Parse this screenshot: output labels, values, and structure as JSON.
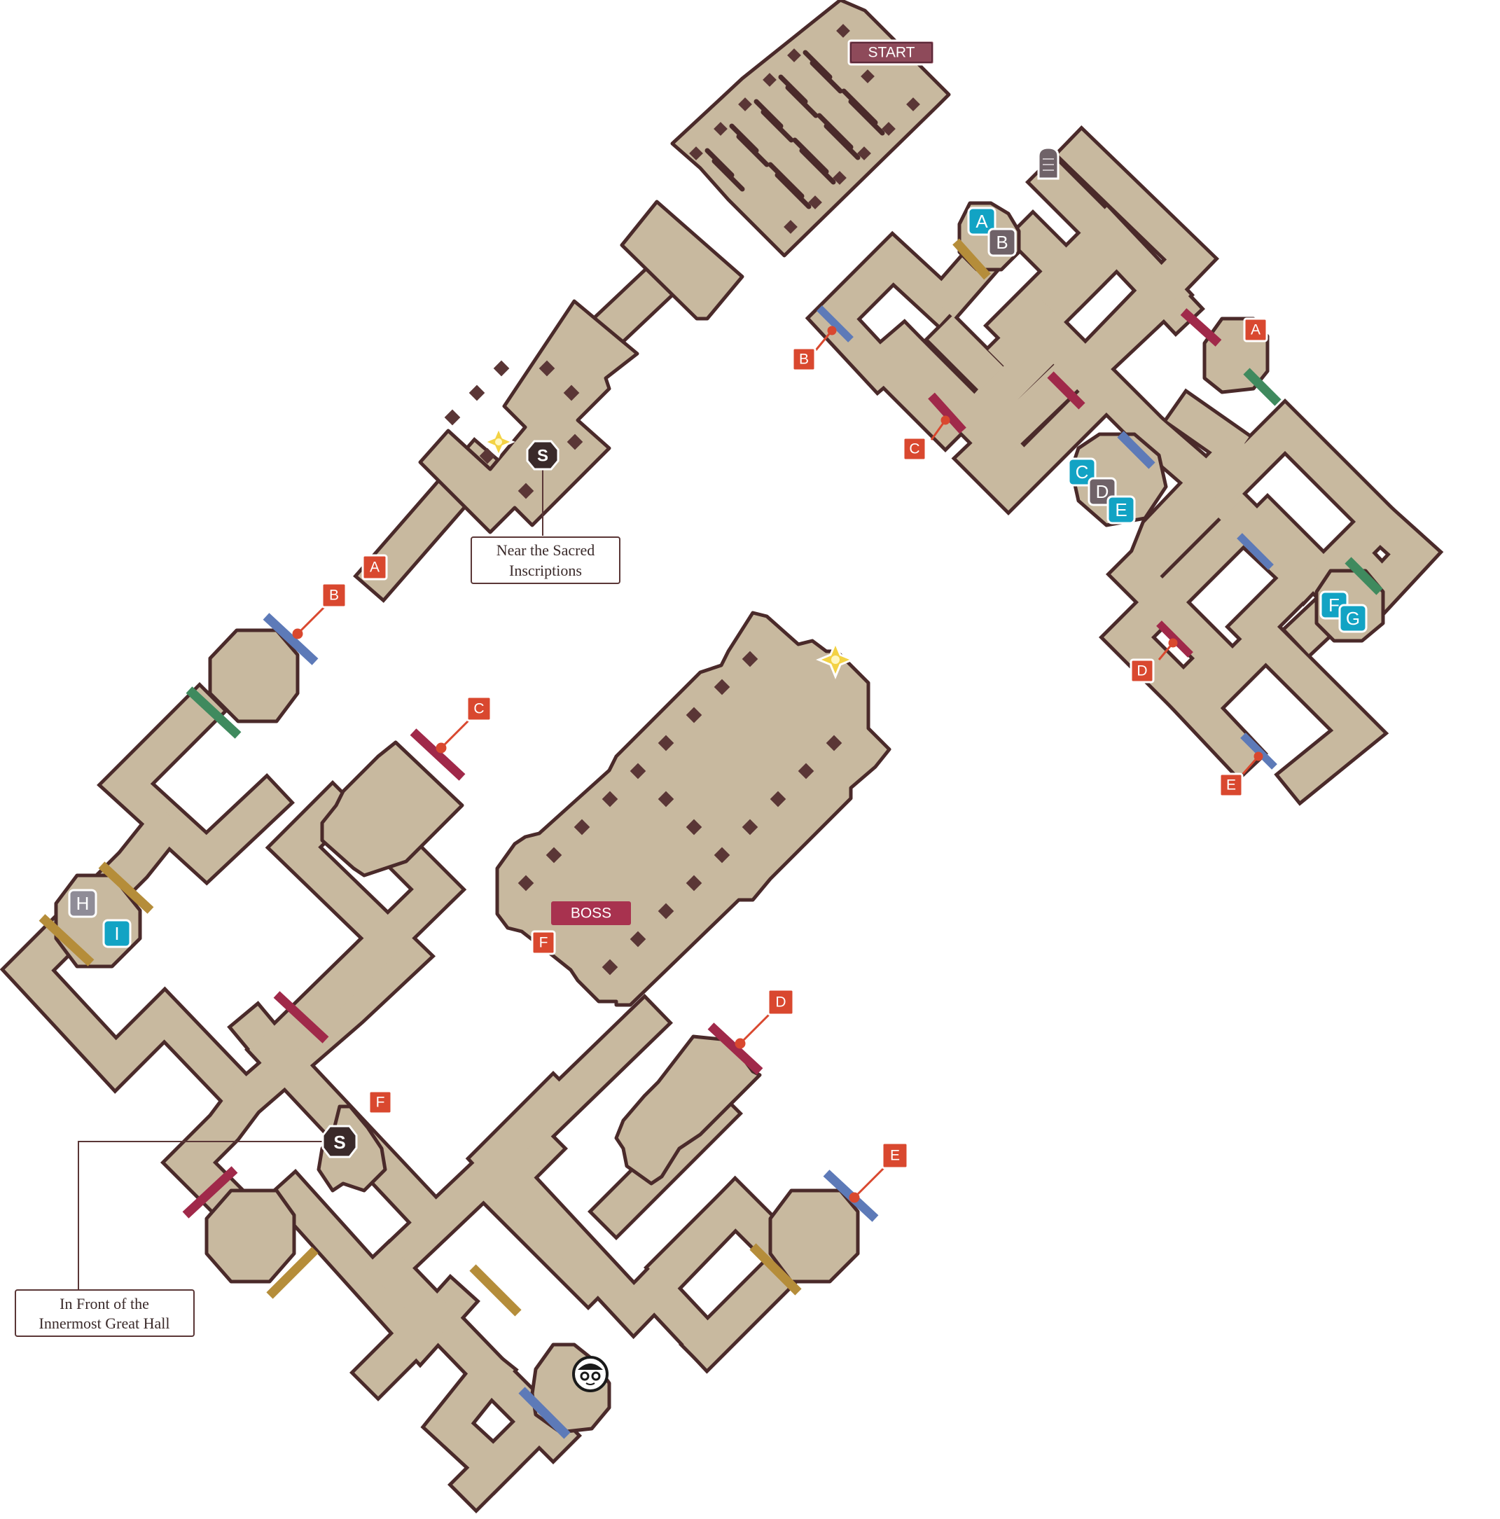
{
  "labels": {
    "start": "START",
    "boss": "BOSS",
    "save_point_1": "Near the Sacred Inscriptions",
    "save_point_1_lines": [
      "Near the Sacred",
      "Inscriptions"
    ],
    "save_point_2": "In Front of the Innermost Great Hall",
    "save_point_2_lines": [
      "In Front of the",
      "Innermost Great Hall"
    ]
  },
  "colors": {
    "floor": "#c8b99f",
    "wall": "#4a2a2a",
    "door_red": "#a0294a",
    "door_blue": "#5d7ab8",
    "door_green": "#3f8a5e",
    "door_gold": "#b58d3a",
    "marker_red": "#d9482f",
    "chest_teal": "#12a3c4",
    "chest_grey": "#6f6268",
    "chest_lightgrey": "#8f8c97"
  },
  "west_markers": [
    {
      "id": "a",
      "text": "A"
    },
    {
      "id": "b",
      "text": "B"
    },
    {
      "id": "c",
      "text": "C"
    },
    {
      "id": "d",
      "text": "D"
    },
    {
      "id": "e",
      "text": "E"
    },
    {
      "id": "f",
      "text": "F"
    },
    {
      "id": "f2",
      "text": "F"
    }
  ],
  "east_markers": [
    {
      "id": "a",
      "text": "A"
    },
    {
      "id": "b",
      "text": "B"
    },
    {
      "id": "c",
      "text": "C"
    },
    {
      "id": "d",
      "text": "D"
    },
    {
      "id": "e",
      "text": "E"
    }
  ],
  "chest_keys": [
    {
      "id": "a",
      "text": "A",
      "kind": "teal"
    },
    {
      "id": "b",
      "text": "B",
      "kind": "grey"
    },
    {
      "id": "c",
      "text": "C",
      "kind": "teal"
    },
    {
      "id": "d",
      "text": "D",
      "kind": "grey"
    },
    {
      "id": "e",
      "text": "E",
      "kind": "teal"
    },
    {
      "id": "f",
      "text": "F",
      "kind": "teal"
    },
    {
      "id": "g",
      "text": "G",
      "kind": "teal"
    },
    {
      "id": "h",
      "text": "H",
      "kind": "lightgrey"
    },
    {
      "id": "i",
      "text": "I",
      "kind": "teal"
    }
  ],
  "icons": {
    "save": "save-point-icon",
    "sparkle": "sparkle-icon",
    "grave": "gravestone-icon",
    "npc": "npc-face-icon"
  }
}
